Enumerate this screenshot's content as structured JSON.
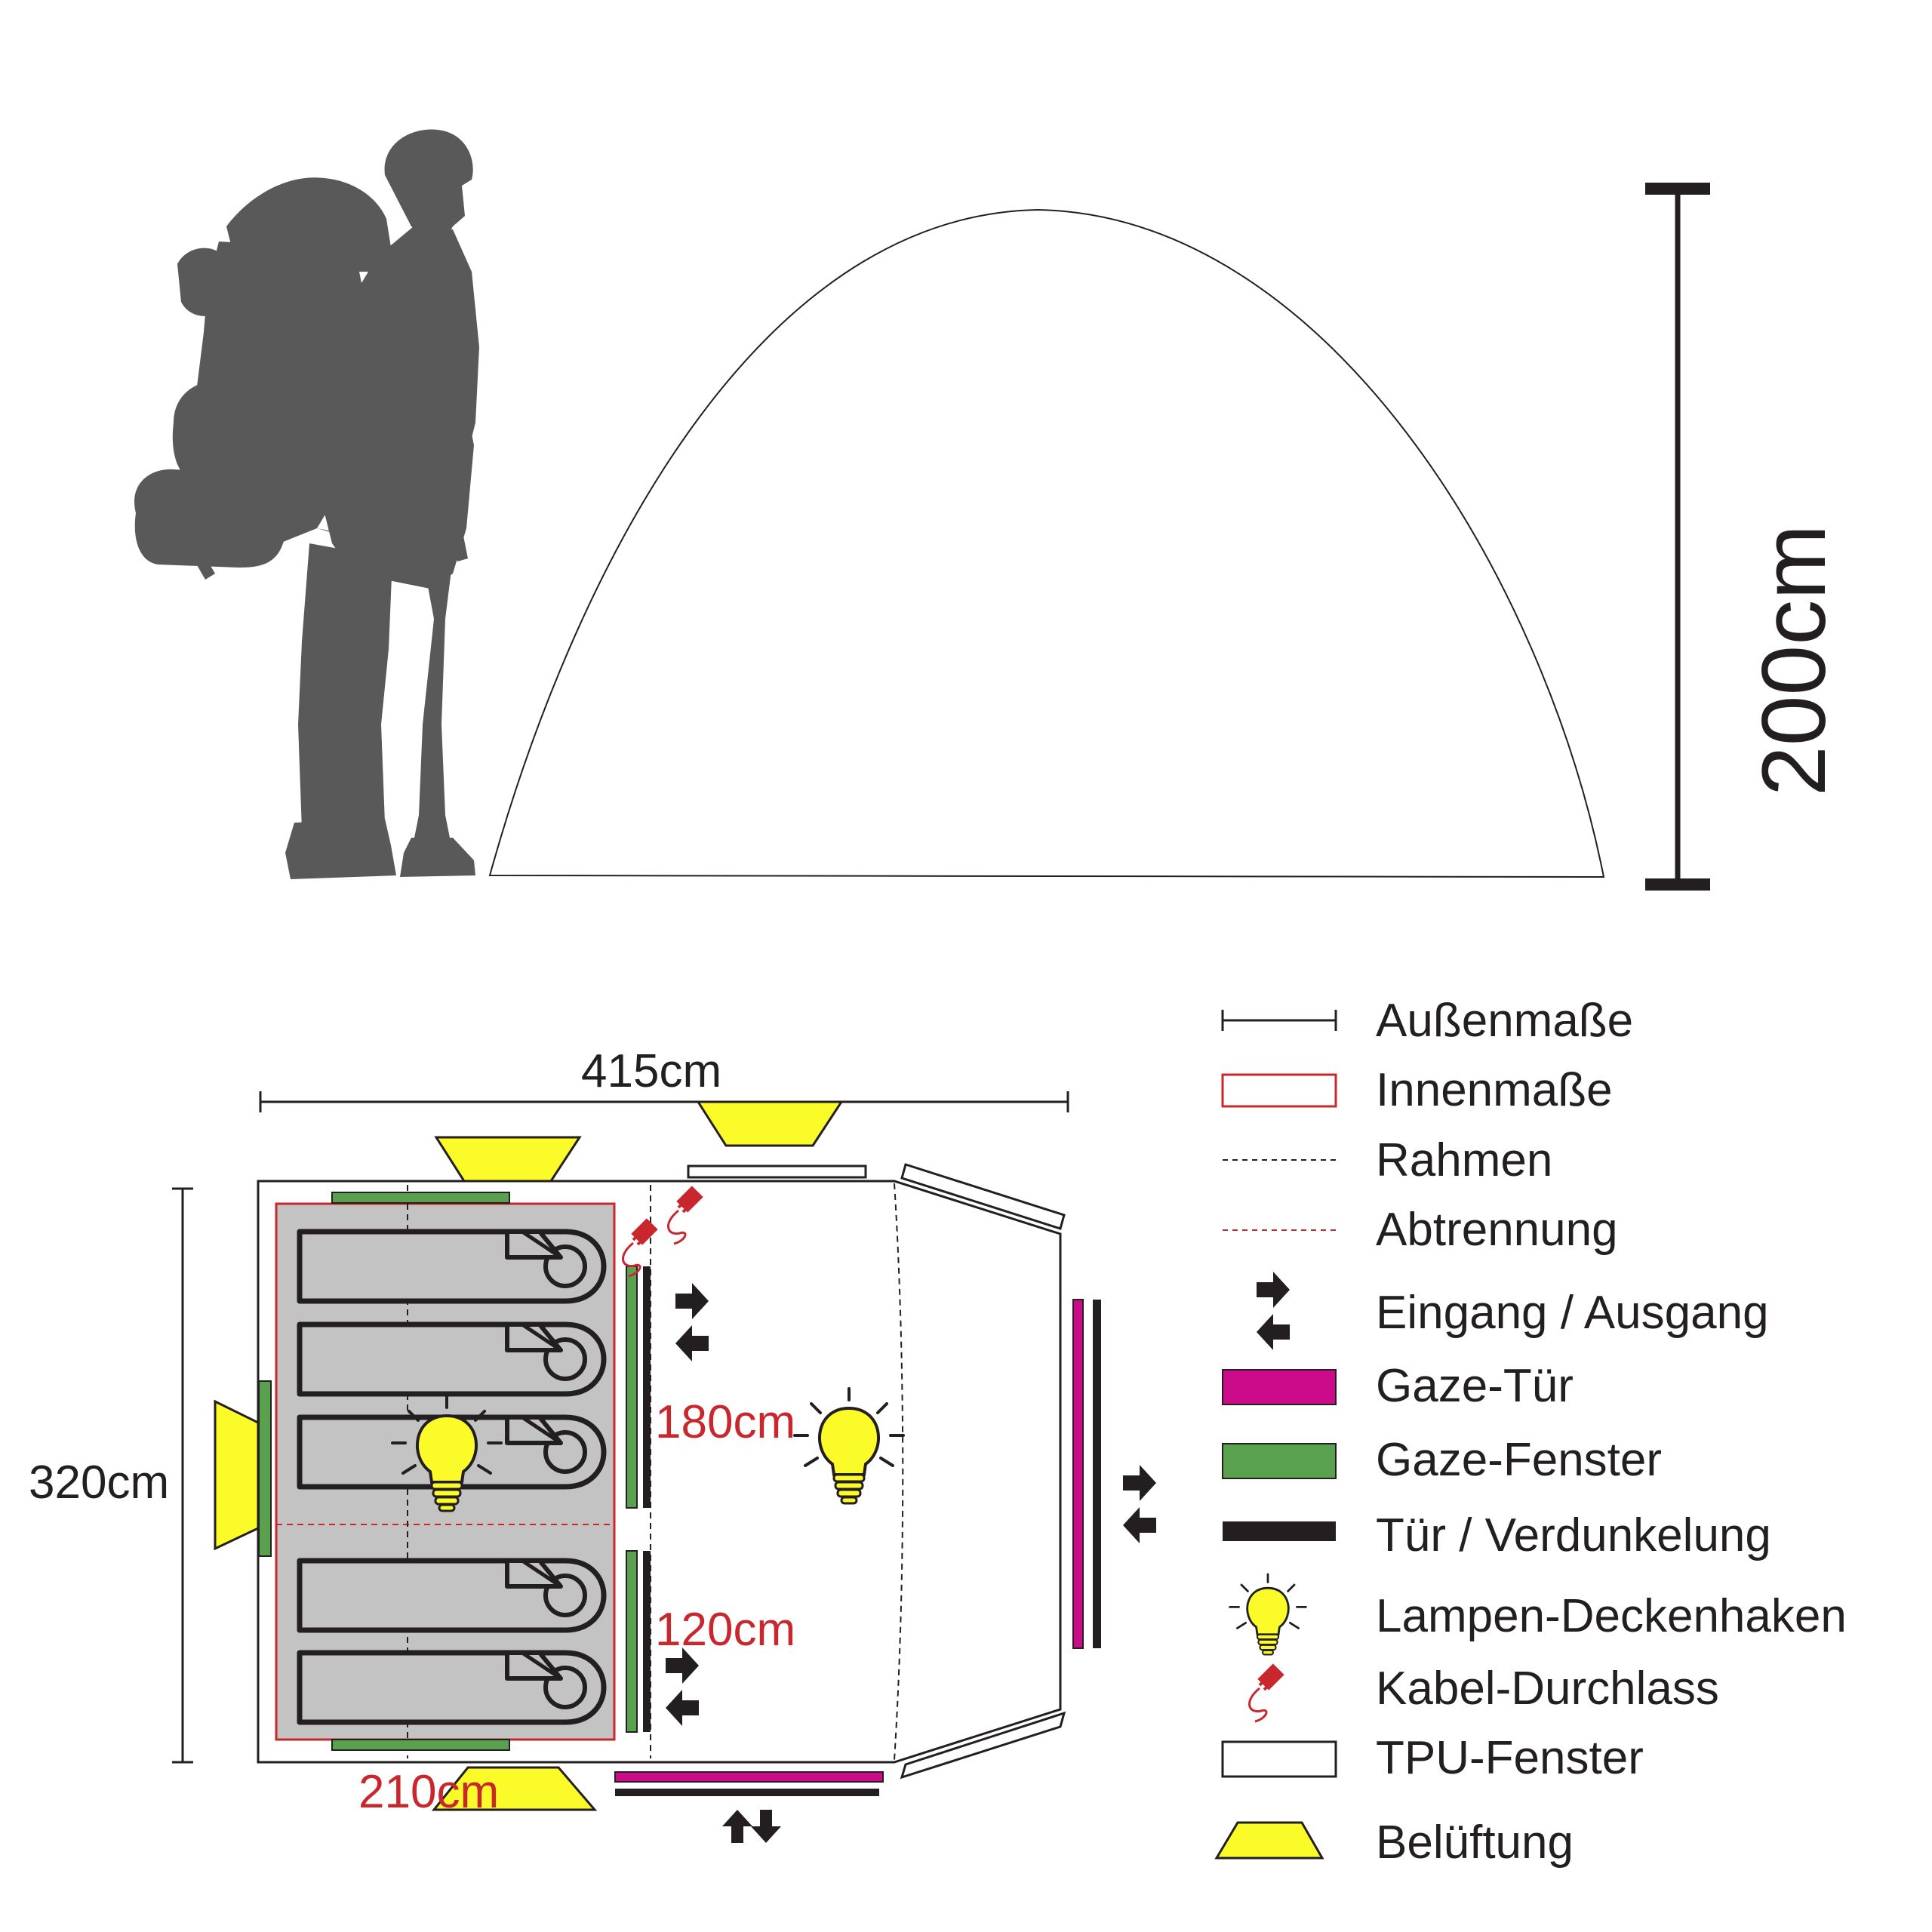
{
  "side_view": {
    "height_label": "200cm"
  },
  "floor_plan": {
    "width_label": "415cm",
    "depth_label": "320cm",
    "room_width_label": "210cm",
    "partition_upper_label": "180cm",
    "partition_lower_label": "120cm"
  },
  "legend": {
    "items": [
      {
        "key": "outer",
        "label": "Außenmaße"
      },
      {
        "key": "inner",
        "label": "Innenmaße"
      },
      {
        "key": "frame",
        "label": "Rahmen"
      },
      {
        "key": "divider",
        "label": "Abtrennung"
      },
      {
        "key": "entrance",
        "label": "Eingang / Ausgang"
      },
      {
        "key": "mesh_door",
        "label": "Gaze-Tür"
      },
      {
        "key": "mesh_window",
        "label": "Gaze-Fenster"
      },
      {
        "key": "door",
        "label": "Tür / Verdunkelung"
      },
      {
        "key": "lamp",
        "label": "Lampen-Deckenhaken"
      },
      {
        "key": "cable",
        "label": "Kabel-Durchlass"
      },
      {
        "key": "tpu",
        "label": "TPU-Fenster"
      },
      {
        "key": "vent",
        "label": "Belüftung"
      }
    ]
  },
  "colors": {
    "silhouette": "#595959",
    "mesh_door": "#cc0b8a",
    "mesh_window": "#5aa14f",
    "vent": "#fbfb2a",
    "inner_line": "#c8282d",
    "measure_red": "#c8282d",
    "sleeping_bag": "#c3c3c3",
    "dark": "#231f20"
  },
  "icons": [
    "person-hiker-icon",
    "lamp-icon",
    "cable-plug-icon",
    "arrow-in-icon",
    "arrow-out-icon",
    "sleeping-bag-icon"
  ]
}
